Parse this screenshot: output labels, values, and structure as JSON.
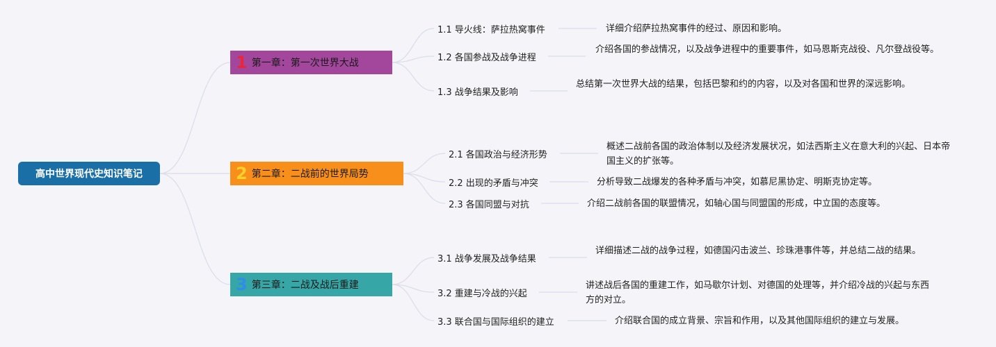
{
  "root": {
    "label": "高中世界现代史知识笔记"
  },
  "chapters": [
    {
      "number": "1",
      "label": "第一章：第一次世界大战",
      "color": "#a3479c",
      "topics": [
        {
          "label": "1.1 导火线：萨拉热窝事件",
          "detail": "详细介绍萨拉热窝事件的经过、原因和影响。"
        },
        {
          "label": "1.2 各国参战及战争进程",
          "detail": "介绍各国的参战情况，以及战争进程中的重要事件，如马恩斯克战役、凡尔登战役等。"
        },
        {
          "label": "1.3 战争结果及影响",
          "detail": "总结第一次世界大战的结果，包括巴黎和约的内容，以及对各国和世界的深远影响。"
        }
      ]
    },
    {
      "number": "2",
      "label": "第二章：二战前的世界局势",
      "color": "#f98f1b",
      "topics": [
        {
          "label": "2.1 各国政治与经济形势",
          "detail": "概述二战前各国的政治体制以及经济发展状况，如法西斯主义在意大利的兴起、日本帝国主义的扩张等。"
        },
        {
          "label": "2.2 出现的矛盾与冲突",
          "detail": "分析导致二战爆发的各种矛盾与冲突，如慕尼黑协定、明斯克协定等。"
        },
        {
          "label": "2.3 各国同盟与对抗",
          "detail": "介绍二战前各国的联盟情况，如轴心国与同盟国的形成，中立国的态度等。"
        }
      ]
    },
    {
      "number": "3",
      "label": "第三章：二战及战后重建",
      "color": "#36a7a6",
      "topics": [
        {
          "label": "3.1 战争发展及战争结果",
          "detail": "详细描述二战的战争过程，如德国闪击波兰、珍珠港事件等，并总结二战的结果。"
        },
        {
          "label": "3.2 重建与冷战的兴起",
          "detail": "讲述战后各国的重建工作，如马歇尔计划、对德国的处理等，并介绍冷战的兴起与东西方的对立。"
        },
        {
          "label": "3.3 联合国与国际组织的建立",
          "detail": "介绍联合国的成立背景、宗旨和作用，以及其他国际组织的建立与发展。"
        }
      ]
    }
  ]
}
